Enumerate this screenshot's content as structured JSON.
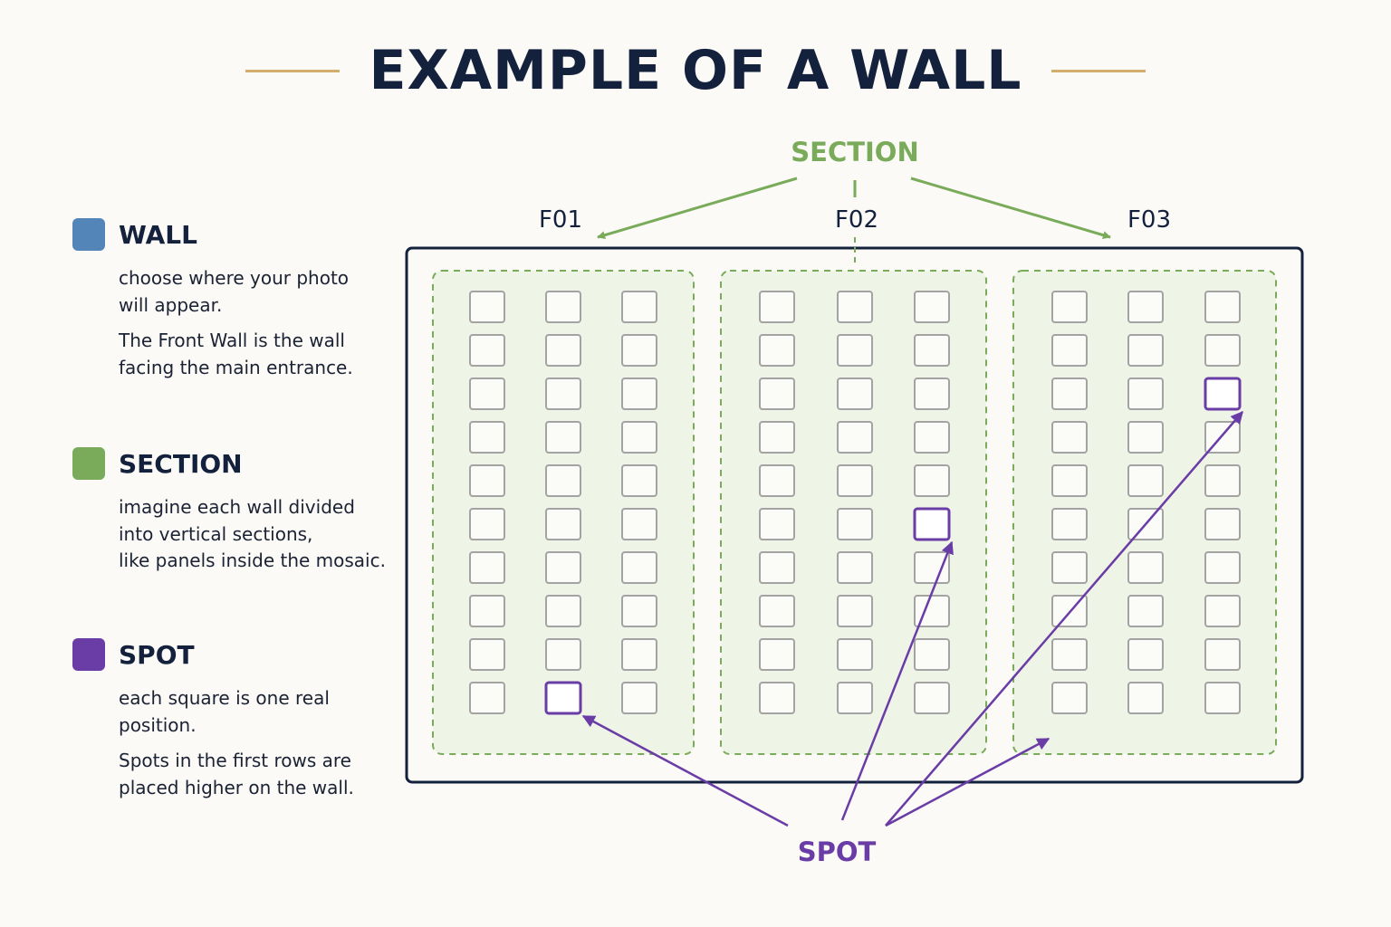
{
  "title": "EXAMPLE OF A WALL",
  "colors": {
    "wall": "#5485b9",
    "section": "#7aab5a",
    "spot": "#6a3ca6",
    "title_rule": "#d3ad6c",
    "ink": "#14213d"
  },
  "legend": [
    {
      "label": "WALL",
      "color": "#5485b9",
      "lines": [
        "choose where your photo",
        "will appear."
      ],
      "lines2": [
        "The Front Wall is the wall",
        "facing the main entrance."
      ]
    },
    {
      "label": "SECTION",
      "color": "#7aab5a",
      "lines": [
        "imagine each wall divided",
        "into vertical sections,",
        "like panels inside the mosaic."
      ],
      "lines2": []
    },
    {
      "label": "SPOT",
      "color": "#6a3ca6",
      "lines": [
        "each square is one real",
        "position."
      ],
      "lines2": [
        "Spots in the first rows are",
        "placed higher on the wall."
      ]
    }
  ],
  "diagram": {
    "section_label": "SECTION",
    "spot_label": "SPOT",
    "grid": {
      "rows": 10,
      "cols": 3
    },
    "sections": [
      {
        "name": "F01",
        "highlight": {
          "row": 10,
          "col": 2
        }
      },
      {
        "name": "F02",
        "highlight": {
          "row": 6,
          "col": 3
        }
      },
      {
        "name": "F03",
        "highlight": {
          "row": 3,
          "col": 3
        }
      }
    ]
  }
}
